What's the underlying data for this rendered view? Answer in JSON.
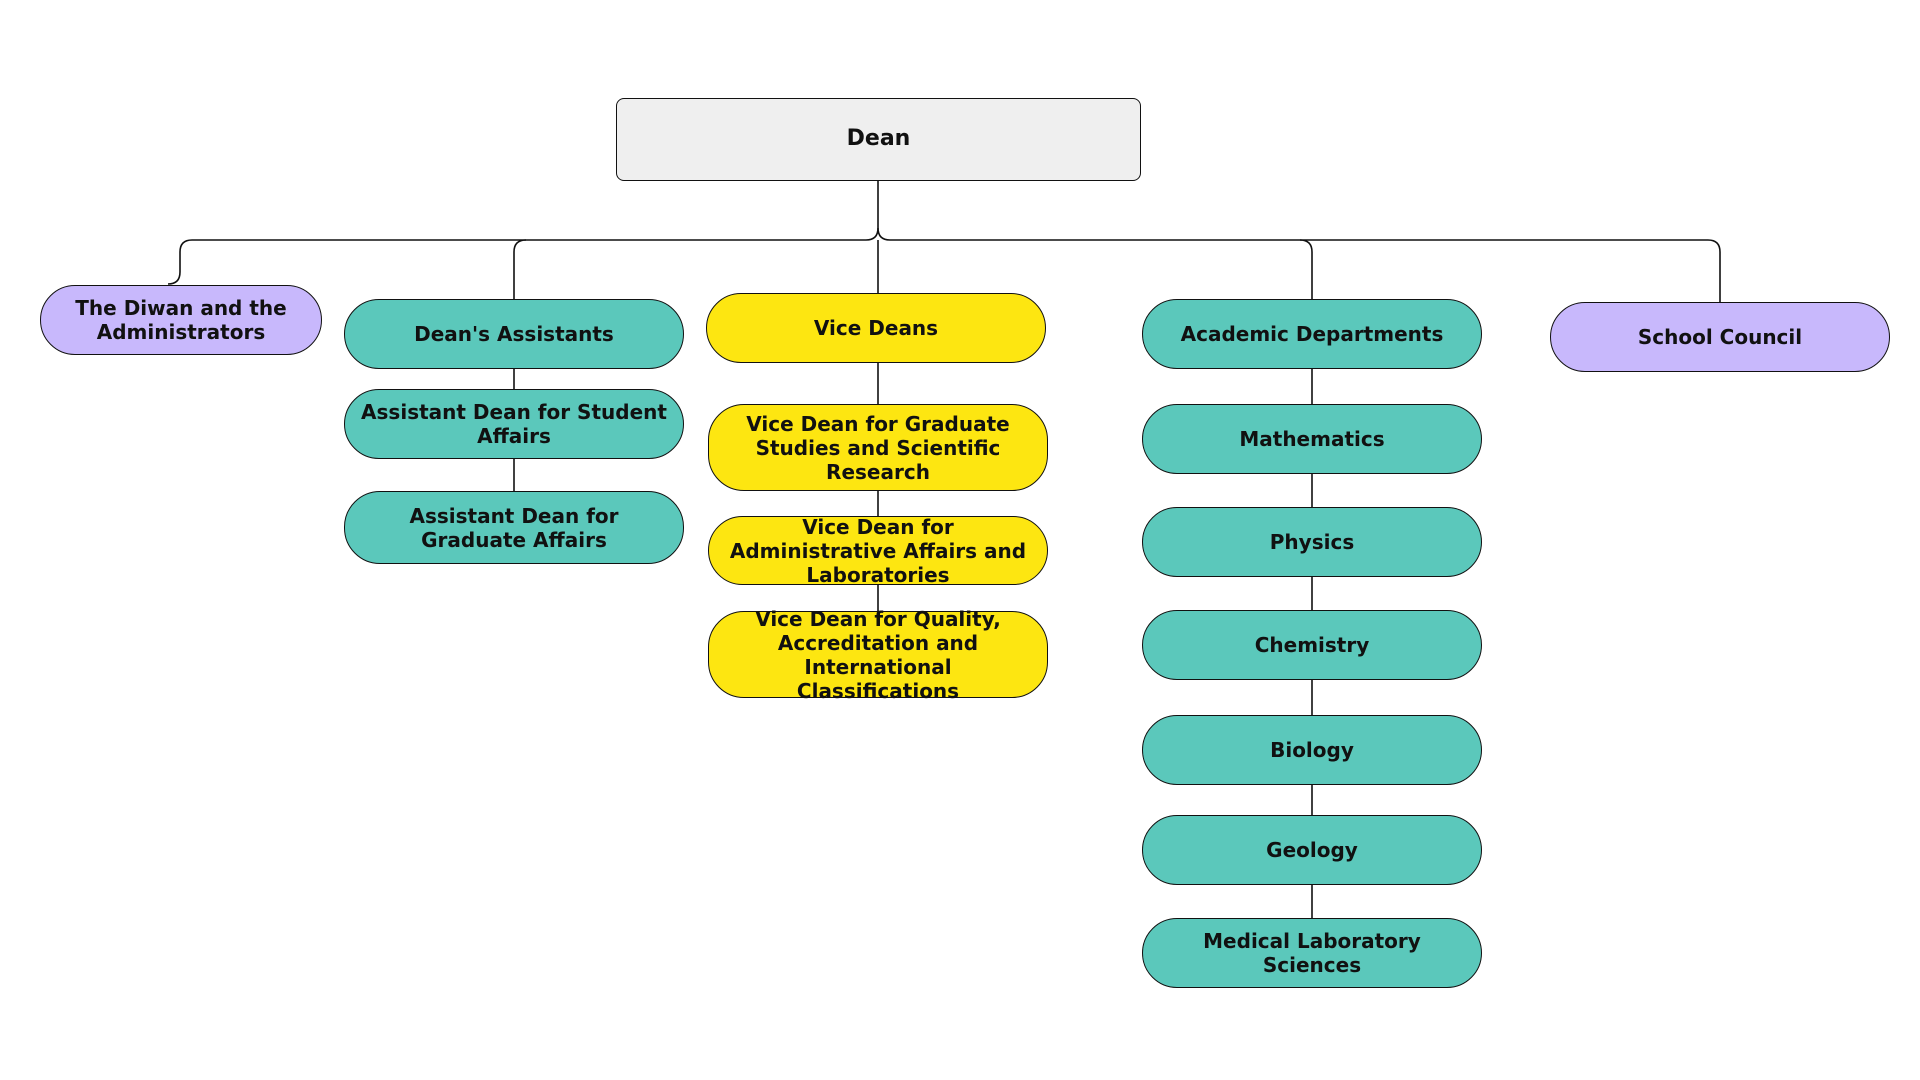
{
  "colors": {
    "root_fill": "#efefef",
    "teal": "#5bc8bb",
    "yellow": "#fde611",
    "lavender": "#c8b8fc",
    "line": "#111111"
  },
  "org_chart": {
    "root": "Dean",
    "level1": {
      "diwan": "The Diwan and the Administrators",
      "assistants": "Dean's Assistants",
      "vice_deans": "Vice Deans",
      "departments": "Academic Departments",
      "council": "School Council"
    },
    "assistants": [
      "Assistant Dean for Student Affairs",
      "Assistant Dean for Graduate Affairs"
    ],
    "vice_deans": [
      "Vice Dean for Graduate Studies and Scientific Research",
      "Vice Dean for Administrative Affairs and Laboratories",
      "Vice Dean for Quality, Accreditation and International Classifications"
    ],
    "departments": [
      "Mathematics",
      "Physics",
      "Chemistry",
      "Biology",
      "Geology",
      "Medical Laboratory Sciences"
    ]
  }
}
